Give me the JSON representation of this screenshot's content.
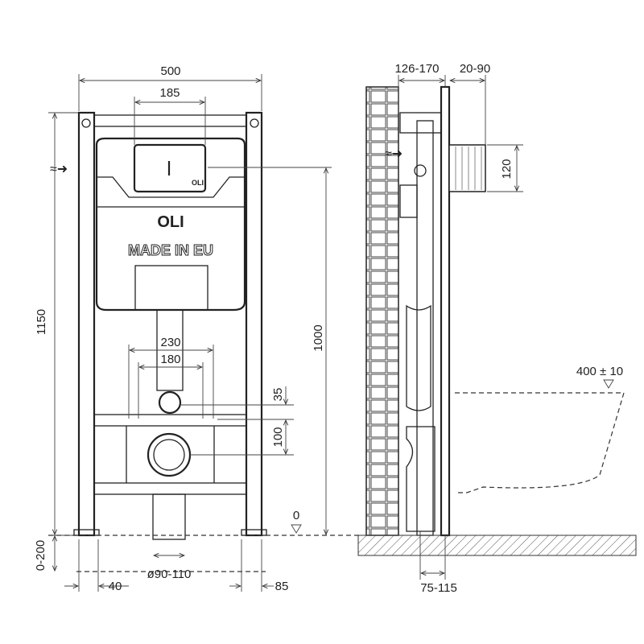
{
  "brand": {
    "logo": "OLI",
    "stamp": "MADE IN EU"
  },
  "front_view": {
    "width_total": "500",
    "plate_width": "185",
    "height_total": "1150",
    "inlet_height": "1000",
    "bolt_spacing_outer": "230",
    "bolt_spacing_inner": "180",
    "drain_offset_upper": "35",
    "drain_offset_lower": "100",
    "leg_adjust": "0-200",
    "foot_offset_left": "40",
    "drain_diameter": "ø90-110",
    "foot_offset_right": "85",
    "floor_level": "0"
  },
  "side_view": {
    "wall_depth": "126-170",
    "plate_projection": "20-90",
    "connector_height": "120",
    "bowl_height": "400 ± 10",
    "drain_depth": "75-115"
  },
  "colors": {
    "line": "#222222",
    "hatch": "#555555"
  }
}
